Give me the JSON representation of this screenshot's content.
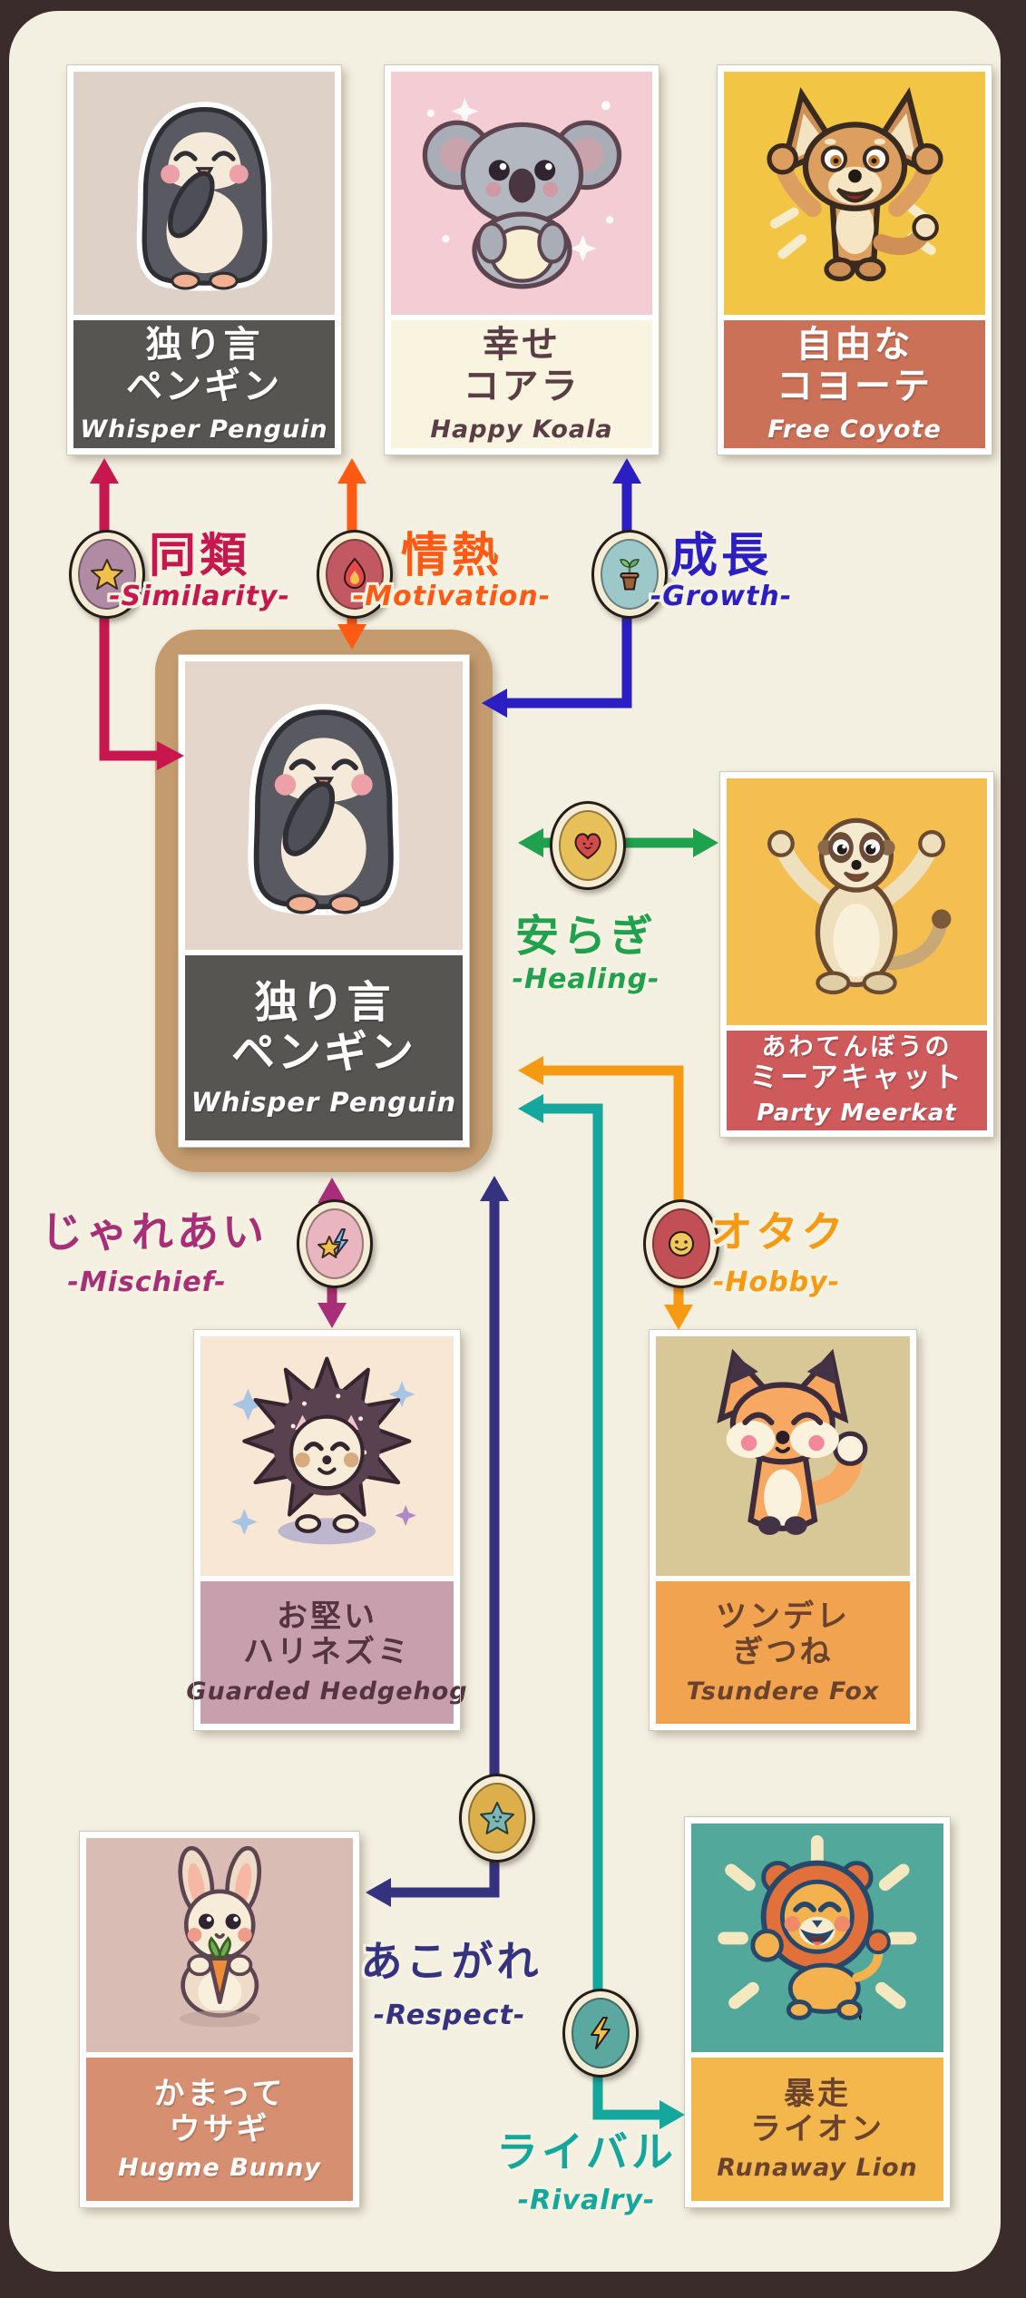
{
  "characters": [
    {
      "id": "whisper-penguin-top",
      "jp1": "独り言",
      "jp2": "ペンギン",
      "en": "Whisper Penguin"
    },
    {
      "id": "happy-koala",
      "jp1": "幸せ",
      "jp2": "コアラ",
      "en": "Happy Koala"
    },
    {
      "id": "free-coyote",
      "jp1": "自由な",
      "jp2": "コヨーテ",
      "en": "Free Coyote"
    },
    {
      "id": "whisper-penguin-center",
      "jp1": "独り言",
      "jp2": "ペンギン",
      "en": "Whisper Penguin"
    },
    {
      "id": "party-meerkat",
      "jp1": "あわてんぼうの",
      "jp2": "ミーアキャット",
      "en": "Party Meerkat"
    },
    {
      "id": "guarded-hedgehog",
      "jp1": "お堅い",
      "jp2": "ハリネズミ",
      "en": "Guarded Hedgehog"
    },
    {
      "id": "tsundere-fox",
      "jp1": "ツンデレ",
      "jp2": "ぎつね",
      "en": "Tsundere Fox"
    },
    {
      "id": "hugme-bunny",
      "jp1": "かまって",
      "jp2": "ウサギ",
      "en": "Hugme Bunny"
    },
    {
      "id": "runaway-lion",
      "jp1": "暴走",
      "jp2": "ライオン",
      "en": "Runaway Lion"
    }
  ],
  "relationships": [
    {
      "id": "similarity",
      "jp": "同類",
      "en": "-Similarity-",
      "color": "#c8174e",
      "icon": "star-icon"
    },
    {
      "id": "motivation",
      "jp": "情熱",
      "en": "-Motivation-",
      "color": "#ff5a14",
      "icon": "flame-icon"
    },
    {
      "id": "growth",
      "jp": "成長",
      "en": "-Growth-",
      "color": "#2b1fc4",
      "icon": "sprout-icon"
    },
    {
      "id": "healing",
      "jp": "安らぎ",
      "en": "-Healing-",
      "color": "#1fa14e",
      "icon": "heart-icon"
    },
    {
      "id": "mischief",
      "jp": "じゃれあい",
      "en": "-Mischief-",
      "color": "#a82e78",
      "icon": "star-bolt-icon"
    },
    {
      "id": "hobby",
      "jp": "オタク",
      "en": "-Hobby-",
      "color": "#f59a12",
      "icon": "smiley-icon"
    },
    {
      "id": "respect",
      "jp": "あこがれ",
      "en": "-Respect-",
      "color": "#35337f",
      "icon": "star-face-icon"
    },
    {
      "id": "rivalry",
      "jp": "ライバル",
      "en": "-Rivalry-",
      "color": "#13a79e",
      "icon": "lightning-icon"
    }
  ]
}
